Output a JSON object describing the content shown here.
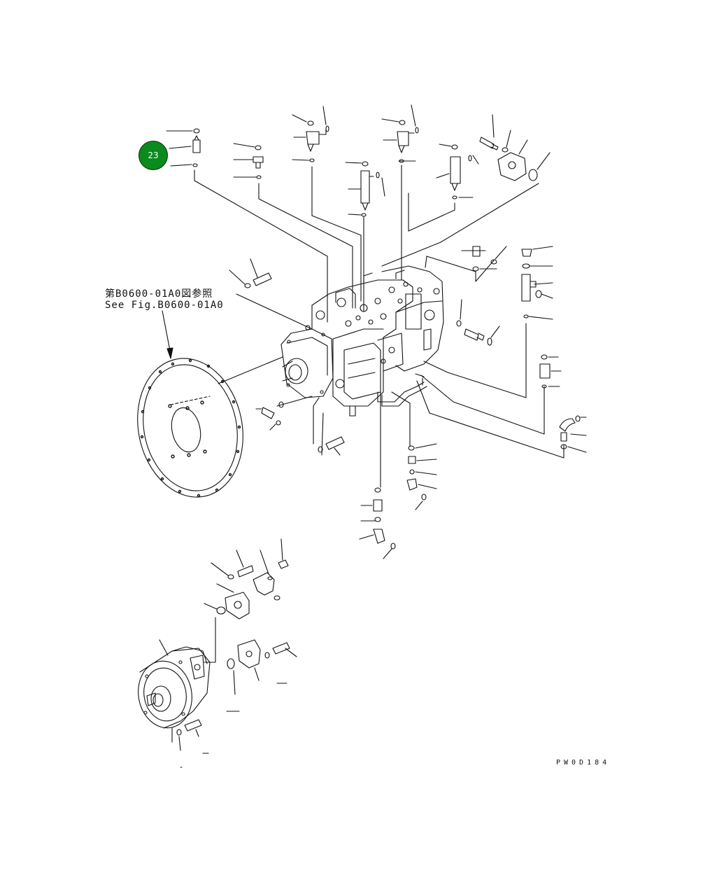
{
  "reference": {
    "jp": "第B0600-01A0図参照",
    "en": "See Fig.B0600-01A0"
  },
  "callout": {
    "number": "23",
    "color": "#0b8a1d"
  },
  "drawing_code": "PW0D184"
}
